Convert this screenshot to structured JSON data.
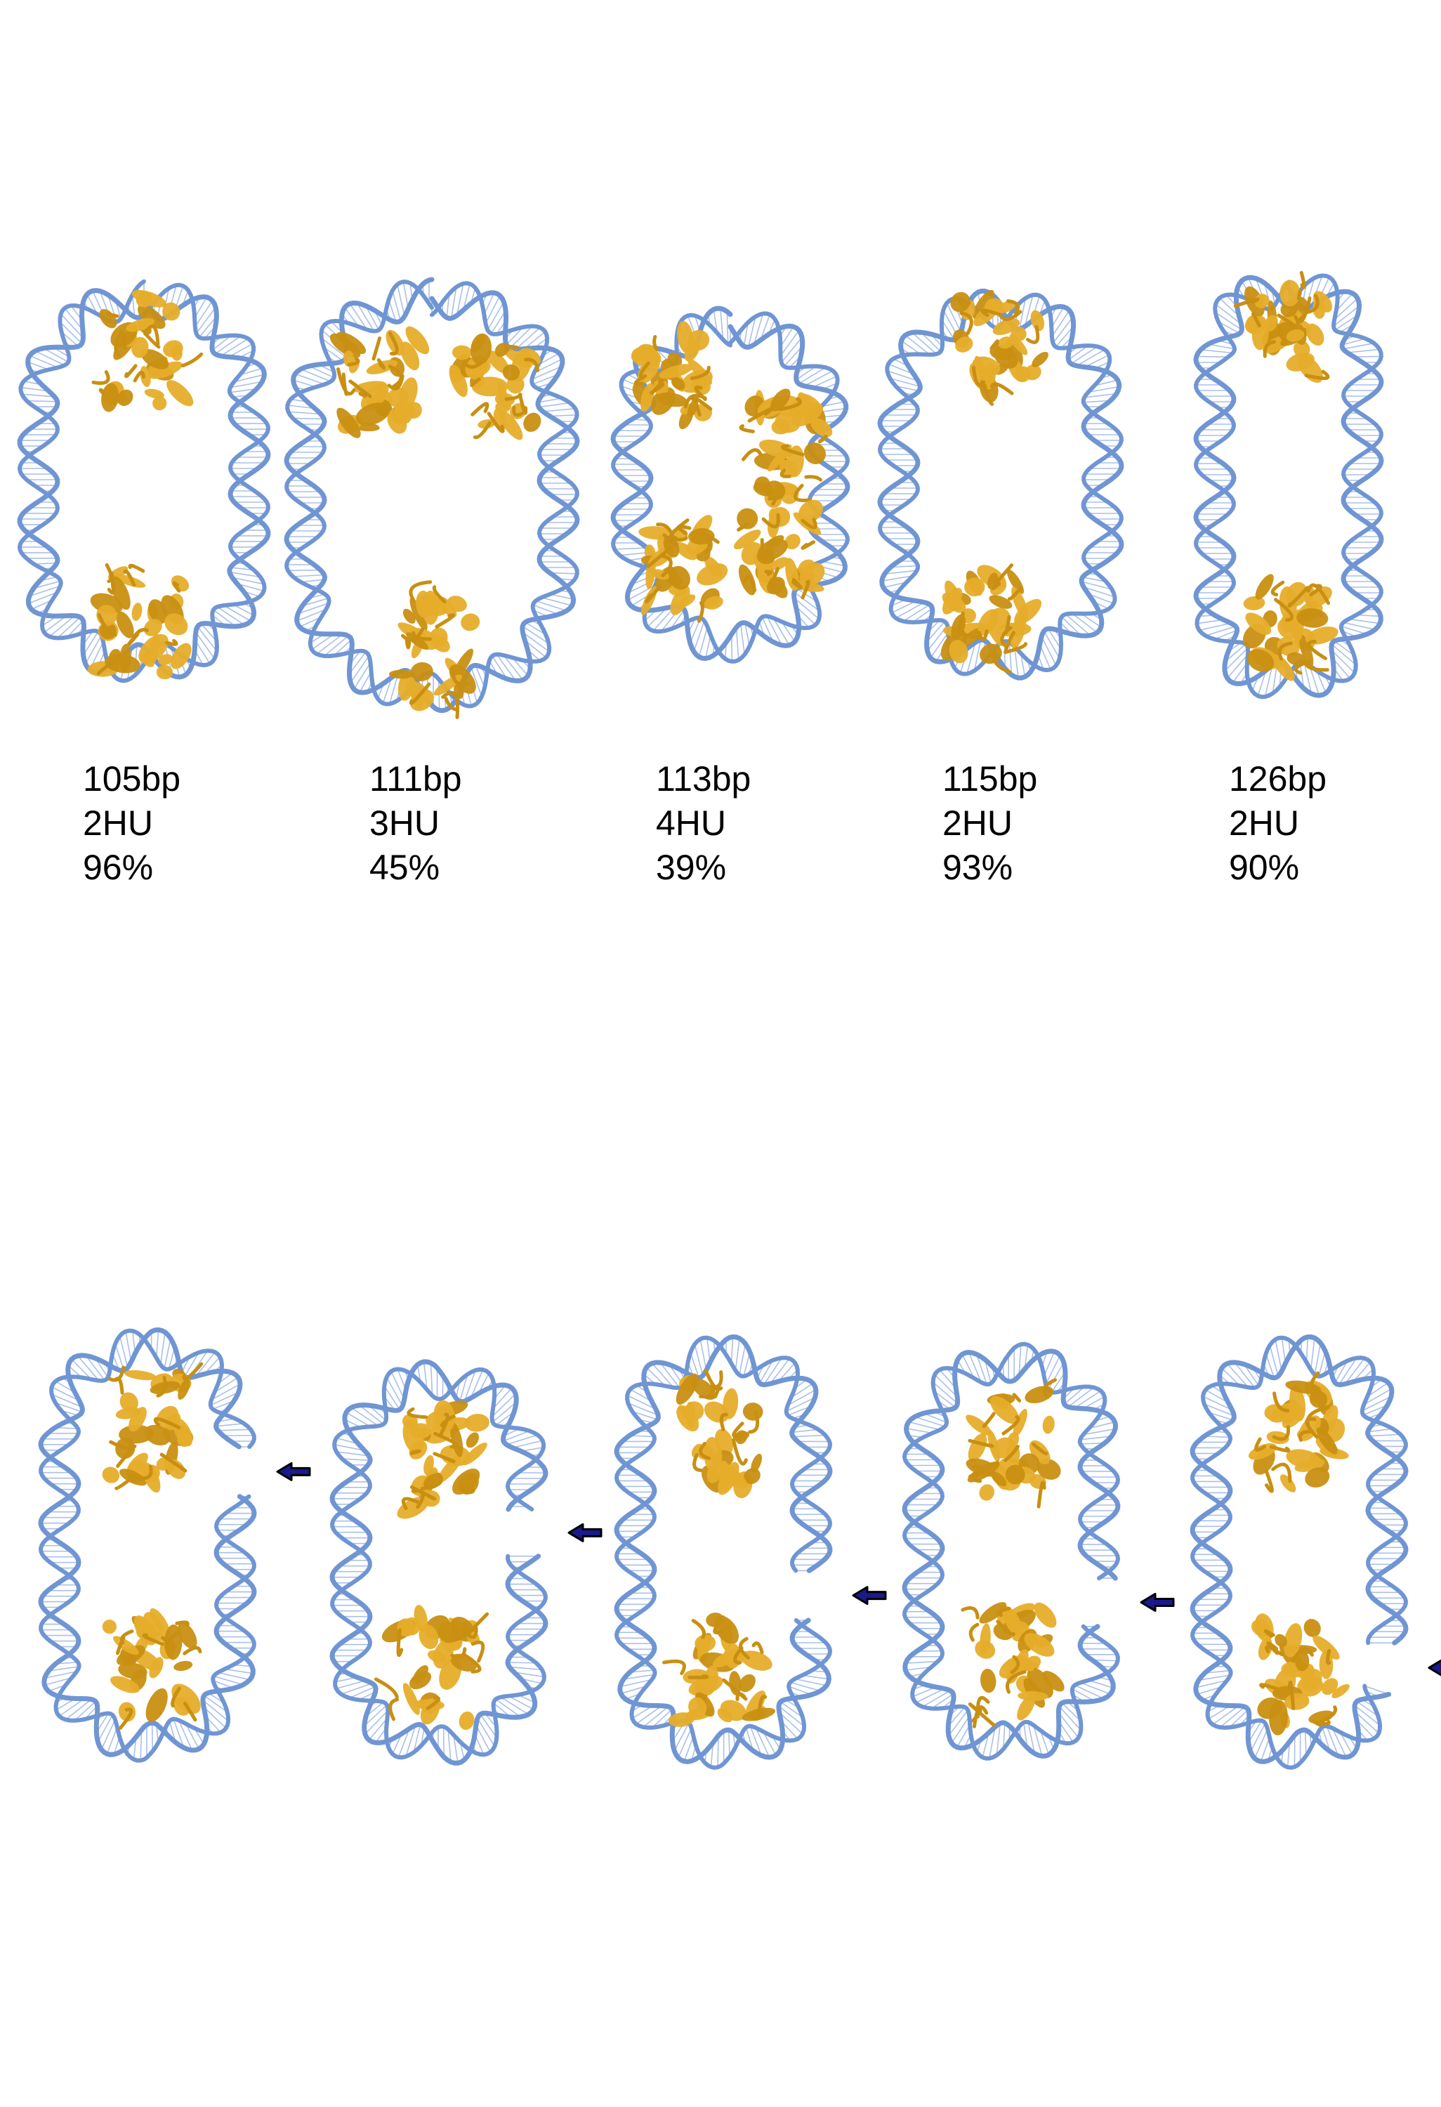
{
  "colors": {
    "dna": "#6f95d3",
    "dna_light": "#a9c0e8",
    "protein": "#e6ad2a",
    "protein_dark": "#c88f12",
    "arrow_fill": "#1a1a8c",
    "arrow_outline": "#000000"
  },
  "top_row": [
    {
      "length": "105bp",
      "proteins": "2HU",
      "percent": "96%"
    },
    {
      "length": "111bp",
      "proteins": "3HU",
      "percent": "45%"
    },
    {
      "length": "113bp",
      "proteins": "4HU",
      "percent": "39%"
    },
    {
      "length": "115bp",
      "proteins": "2HU",
      "percent": "93%"
    },
    {
      "length": "126bp",
      "proteins": "2HU",
      "percent": "90%"
    }
  ],
  "bottom_row": [
    {
      "proteins": 2,
      "break_side": "right",
      "break_level": 0.2
    },
    {
      "proteins": 2,
      "break_side": "right",
      "break_level": 0.35
    },
    {
      "proteins": 2,
      "break_side": "right",
      "break_level": 0.62
    },
    {
      "proteins": 2,
      "break_side": "right",
      "break_level": 0.65
    },
    {
      "proteins": 2,
      "break_side": "right",
      "break_level": 0.88
    }
  ]
}
